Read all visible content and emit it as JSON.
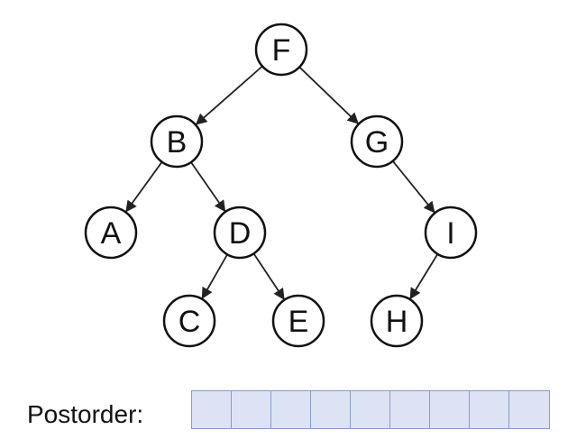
{
  "tree": {
    "nodes": [
      {
        "id": "F",
        "label": "F"
      },
      {
        "id": "B",
        "label": "B"
      },
      {
        "id": "G",
        "label": "G"
      },
      {
        "id": "A",
        "label": "A"
      },
      {
        "id": "D",
        "label": "D"
      },
      {
        "id": "I",
        "label": "I"
      },
      {
        "id": "C",
        "label": "C"
      },
      {
        "id": "E",
        "label": "E"
      },
      {
        "id": "H",
        "label": "H"
      }
    ],
    "edges": [
      {
        "from": "F",
        "to": "B"
      },
      {
        "from": "F",
        "to": "G"
      },
      {
        "from": "B",
        "to": "A"
      },
      {
        "from": "B",
        "to": "D"
      },
      {
        "from": "G",
        "to": "I"
      },
      {
        "from": "D",
        "to": "C"
      },
      {
        "from": "D",
        "to": "E"
      },
      {
        "from": "I",
        "to": "H"
      }
    ]
  },
  "postorder": {
    "label": "Postorder:",
    "cells": [
      "",
      "",
      "",
      "",
      "",
      "",
      "",
      "",
      ""
    ],
    "cell_color": "#dce3f5",
    "border_color": "#8a9bc4"
  }
}
